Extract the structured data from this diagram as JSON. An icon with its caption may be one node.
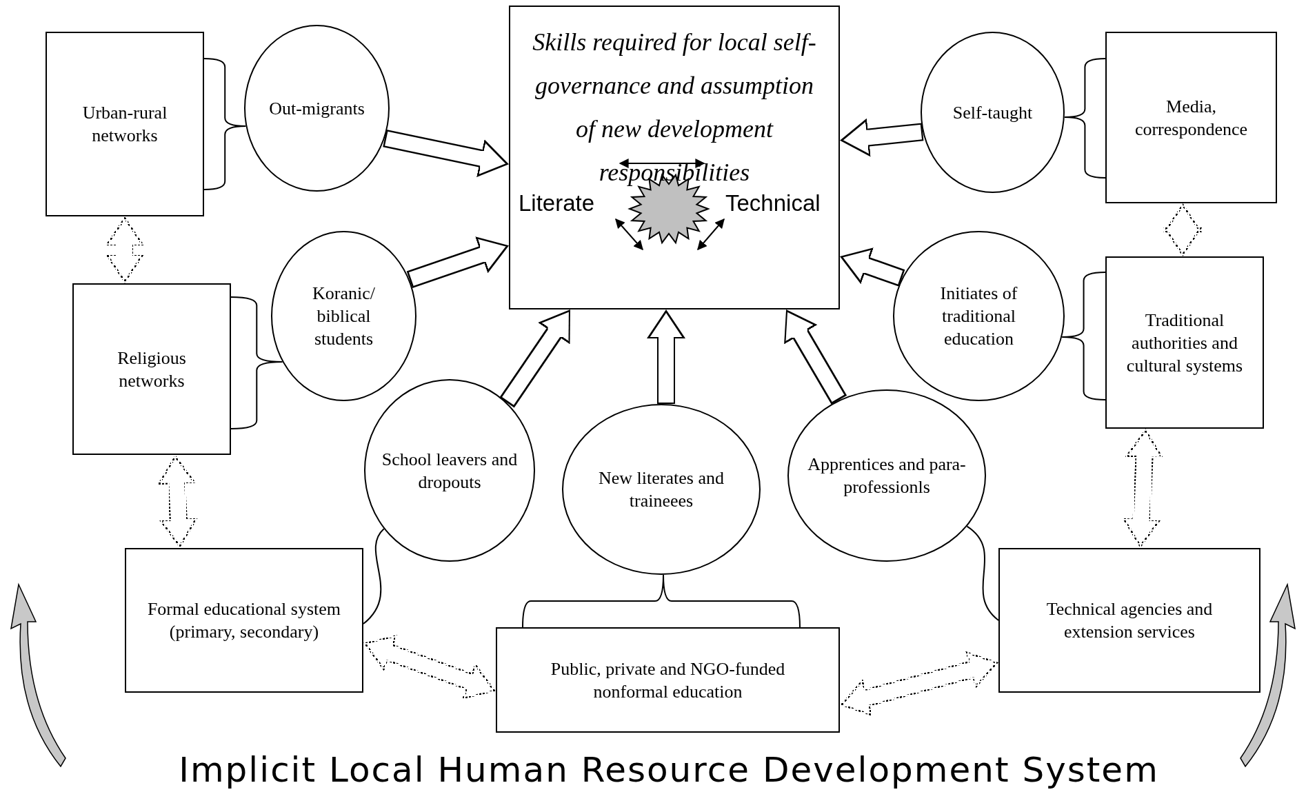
{
  "diagram": {
    "title": "Implicit Local Human Resource Development System",
    "nodes": [
      {
        "text": [
          "Skills required for local self-governance and assumption of new development responsibilities"
        ]
      },
      {
        "text": [
          "Urban-rural networks"
        ]
      },
      {
        "text": [
          "Out-migrants"
        ]
      },
      {
        "text": [
          "Self-taught"
        ]
      },
      {
        "text": [
          "Media, correspondence"
        ]
      },
      {
        "text": [
          "Religious networks"
        ]
      },
      {
        "text": [
          "Koranic/ biblical students"
        ]
      },
      {
        "text": [
          "Initiates of traditional education"
        ]
      },
      {
        "text": [
          "Traditional authorities and cultural systems"
        ]
      },
      {
        "text": [
          "School leavers and dropouts"
        ]
      },
      {
        "text": [
          "New literates and traineees"
        ]
      },
      {
        "text": [
          "Apprentices and para-professionls"
        ]
      },
      {
        "text": [
          "Formal educational system (primary, secondary)"
        ]
      },
      {
        "text": [
          "Public, private and NGO-funded nonformal education"
        ]
      },
      {
        "text": [
          "Technical agencies and extension services"
        ]
      }
    ],
    "edges": [
      {
        "from": 2,
        "to": 0,
        "arrow": "to"
      },
      {
        "from": 6,
        "to": 0,
        "arrow": "to"
      },
      {
        "from": 9,
        "to": 0,
        "arrow": "to"
      },
      {
        "from": 10,
        "to": 0,
        "arrow": "to"
      },
      {
        "from": 11,
        "to": 0,
        "arrow": "to"
      },
      {
        "from": 7,
        "to": 0,
        "arrow": "to"
      },
      {
        "from": 3,
        "to": 0,
        "arrow": "to"
      },
      {
        "from": 1,
        "to": 5,
        "arrow": "both",
        "style": "dashed"
      },
      {
        "from": 5,
        "to": 12,
        "arrow": "both",
        "style": "dashed"
      },
      {
        "from": 12,
        "to": 13,
        "arrow": "both",
        "style": "dashed"
      },
      {
        "from": 13,
        "to": 14,
        "arrow": "both",
        "style": "dashed"
      },
      {
        "from": 14,
        "to": 8,
        "arrow": "both",
        "style": "dashed"
      },
      {
        "from": 8,
        "to": 4,
        "arrow": "both",
        "style": "dashed"
      },
      {
        "from": 1,
        "to": 2,
        "arrow": "none"
      },
      {
        "from": 5,
        "to": 6,
        "arrow": "none"
      },
      {
        "from": 12,
        "to": 9,
        "arrow": "none"
      },
      {
        "from": 13,
        "to": 10,
        "arrow": "none"
      },
      {
        "from": 14,
        "to": 11,
        "arrow": "none"
      },
      {
        "from": 8,
        "to": 7,
        "arrow": "none"
      },
      {
        "from": 4,
        "to": 3,
        "arrow": "none"
      }
    ],
    "labels": [
      "Literate",
      "Technical"
    ]
  }
}
